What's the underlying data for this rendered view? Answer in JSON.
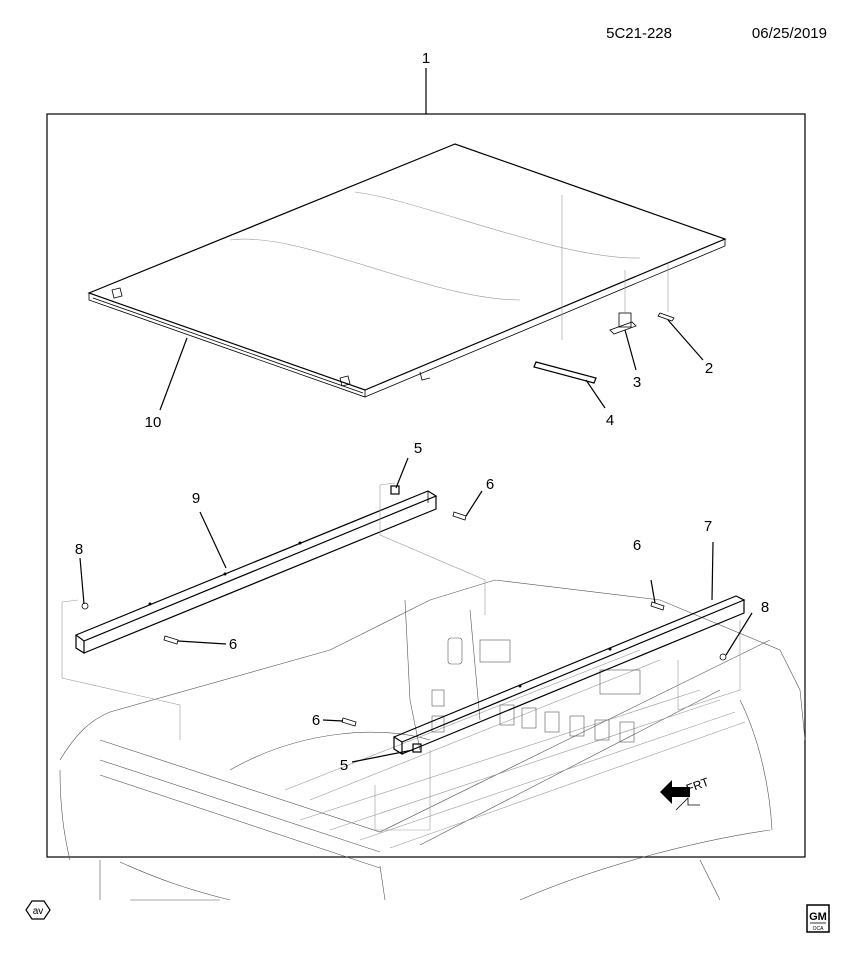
{
  "header": {
    "doc_code": "5C21-228",
    "doc_date": "06/25/2019"
  },
  "callouts": [
    {
      "id": "c1",
      "label": "1"
    },
    {
      "id": "c2",
      "label": "2"
    },
    {
      "id": "c3",
      "label": "3"
    },
    {
      "id": "c4",
      "label": "4"
    },
    {
      "id": "c5a",
      "label": "5"
    },
    {
      "id": "c5b",
      "label": "5"
    },
    {
      "id": "c6a",
      "label": "6"
    },
    {
      "id": "c6b",
      "label": "6"
    },
    {
      "id": "c6c",
      "label": "6"
    },
    {
      "id": "c6d",
      "label": "6"
    },
    {
      "id": "c7",
      "label": "7"
    },
    {
      "id": "c8a",
      "label": "8"
    },
    {
      "id": "c8b",
      "label": "8"
    },
    {
      "id": "c9",
      "label": "9"
    },
    {
      "id": "c10",
      "label": "10"
    }
  ],
  "direction_marker": {
    "label": "FRT"
  },
  "footer": {
    "left_logo": "av",
    "right_logo": "GM",
    "right_logo_sub": "OCA"
  }
}
